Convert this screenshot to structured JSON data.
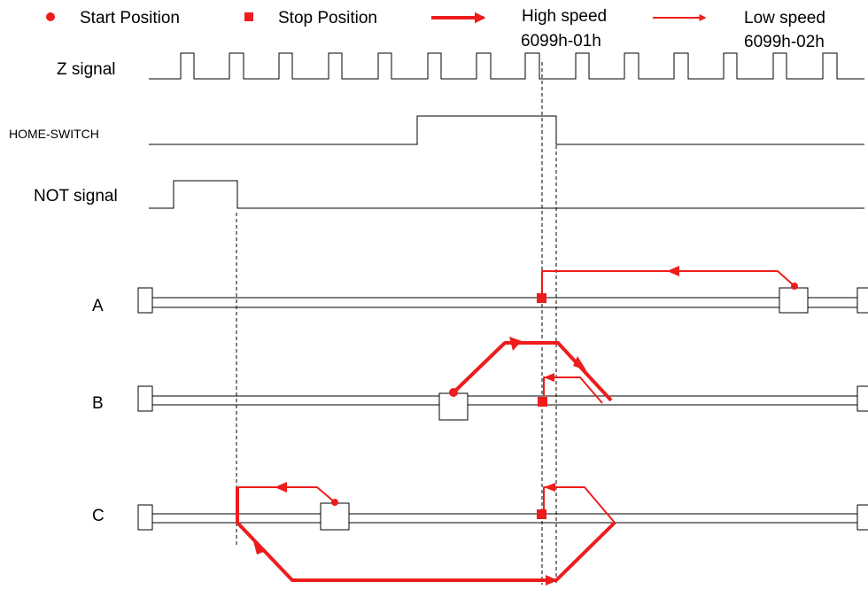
{
  "legend": {
    "start_label": "Start Position",
    "stop_label": "Stop Position",
    "high_speed_label": "High speed",
    "high_speed_code": "6099h-01h",
    "low_speed_label": "Low speed",
    "low_speed_code": "6099h-02h"
  },
  "signals": {
    "z_label": "Z signal",
    "home_label": "HOME-SWITCH",
    "not_label": "NOT signal"
  },
  "cases": {
    "a_label": "A",
    "b_label": "B",
    "c_label": "C"
  },
  "colors": {
    "trajectory": "#ee1c1c",
    "line": "#000000"
  },
  "icons": {
    "start": "red-dot-icon",
    "stop": "red-square-icon",
    "high_speed": "thick-arrow-icon",
    "low_speed": "thin-arrow-icon"
  }
}
